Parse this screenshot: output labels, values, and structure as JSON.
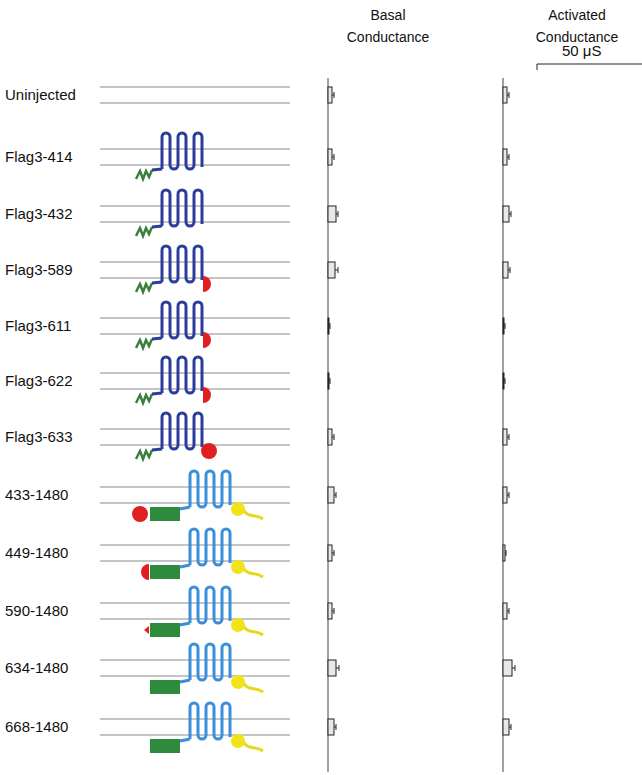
{
  "diagram": {
    "labels": [
      "Basal Conductance",
      "Activated Conductance",
      "50 μS",
      "Uninjected",
      "Flag3-414",
      "Flag3-432",
      "Flag3-589",
      "Flag3-611",
      "Flag3-622",
      "Flag3-633",
      "433-1480",
      "449-1480",
      "590-1480",
      "634-1480",
      "668-1480"
    ]
  }
}
